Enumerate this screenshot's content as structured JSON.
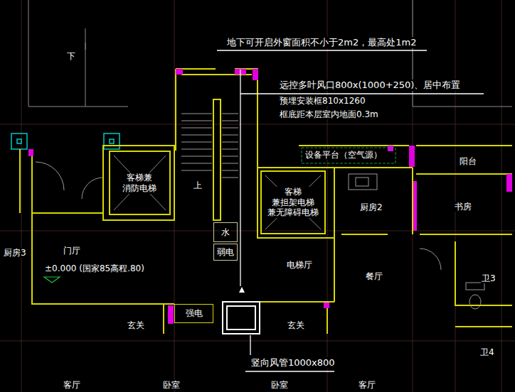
{
  "diagram": {
    "nodes": [
      {
        "text": [
          "客梯兼 消防电梯"
        ]
      },
      {
        "text": [
          "客梯 兼担架电梯 兼无障碍电梯"
        ]
      },
      {
        "text": [
          "水"
        ]
      },
      {
        "text": [
          "弱电"
        ]
      },
      {
        "text": [
          "强电"
        ]
      }
    ],
    "labels": [
      "地下可开启外窗面积不小于2m2，最高处1m2",
      "远控多叶风口800x(1000+250)、居中布置",
      "预埋安装框810x1260",
      "框底距本层室内地面0.3m",
      "下",
      "设备平台（空气源）",
      "阳台",
      "上",
      "厨房2",
      "书房",
      "厨房3",
      "门厅",
      "±0.000 (国家85高程.80)",
      "电梯厅",
      "餐厅",
      "卫3",
      "玄关",
      "玄关",
      "卫4",
      "竖向风管1000x800",
      "客厅",
      "卧室",
      "卧室",
      "客厅"
    ]
  }
}
